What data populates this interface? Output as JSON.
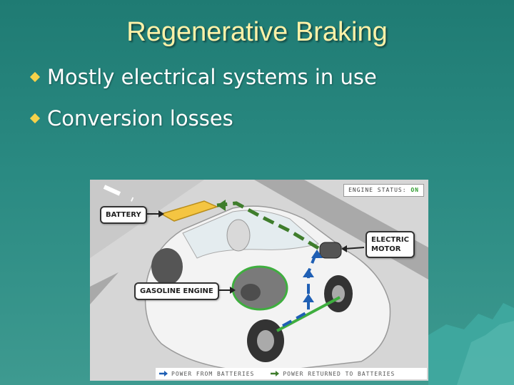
{
  "slide": {
    "title": "Regenerative Braking",
    "bullets": [
      "Mostly electrical systems in use",
      "Conversion losses"
    ]
  },
  "figure": {
    "engine_status_label": "ENGINE STATUS:",
    "engine_status_value": "ON",
    "callouts": {
      "battery": "BATTERY",
      "electric_motor_line1": "ELECTRIC",
      "electric_motor_line2": "MOTOR",
      "gasoline_engine": "GASOLINE ENGINE"
    },
    "legend": {
      "power_from_batteries": "POWER FROM BATTERIES",
      "power_returned": "POWER RETURNED TO BATTERIES"
    },
    "colors": {
      "blue_arrow": "#1f5fb4",
      "green_arrow": "#3f7d2c",
      "battery": "#f4c542",
      "status_on": "#2e9b2e"
    }
  }
}
